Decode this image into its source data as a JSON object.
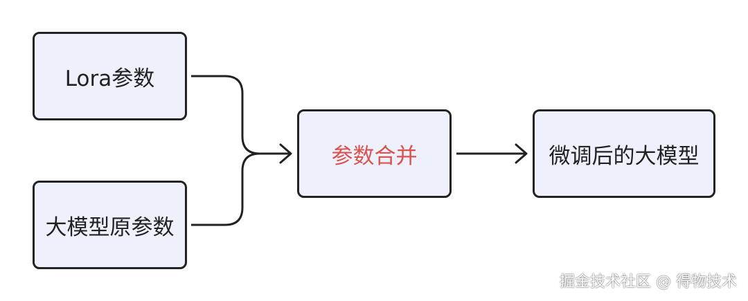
{
  "diagram": {
    "nodes": {
      "lora": "Lora参数",
      "base": "大模型原参数",
      "merge": "参数合并",
      "result": "微调后的大模型"
    },
    "edges": [
      {
        "from": "lora",
        "to": "merge"
      },
      {
        "from": "base",
        "to": "merge"
      },
      {
        "from": "merge",
        "to": "result"
      }
    ],
    "colors": {
      "node_fill": "#eef0fb",
      "node_border": "#222222",
      "merge_text": "#d9534f"
    }
  },
  "watermark": "掘金技术社区 @ 得物技术"
}
